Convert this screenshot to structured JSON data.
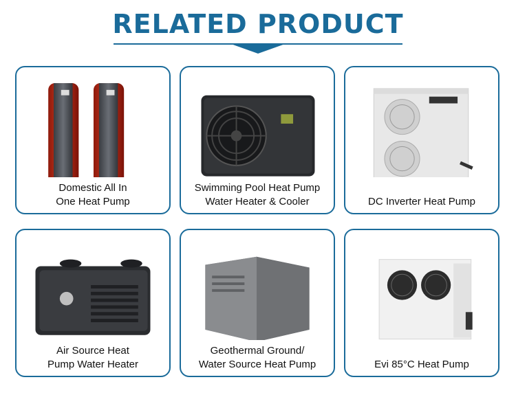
{
  "title": "RELATED PRODUCT",
  "colors": {
    "accent": "#1a6b9a"
  },
  "products": [
    {
      "icon": "domestic-all-in-one-heat-pump-image",
      "lines": [
        "Domestic All In",
        "One Heat Pump"
      ]
    },
    {
      "icon": "swimming-pool-heat-pump-image",
      "lines": [
        "Swimming Pool Heat Pump",
        "Water Heater & Cooler"
      ]
    },
    {
      "icon": "dc-inverter-heat-pump-image",
      "lines": [
        "DC Inverter Heat Pump"
      ]
    },
    {
      "icon": "air-source-heat-pump-image",
      "lines": [
        "Air Source Heat",
        "Pump Water Heater"
      ]
    },
    {
      "icon": "geothermal-heat-pump-image",
      "lines": [
        "Geothermal Ground/",
        "Water Source Heat Pump"
      ]
    },
    {
      "icon": "evi-heat-pump-image",
      "lines": [
        "Evi 85°C  Heat Pump"
      ]
    }
  ]
}
